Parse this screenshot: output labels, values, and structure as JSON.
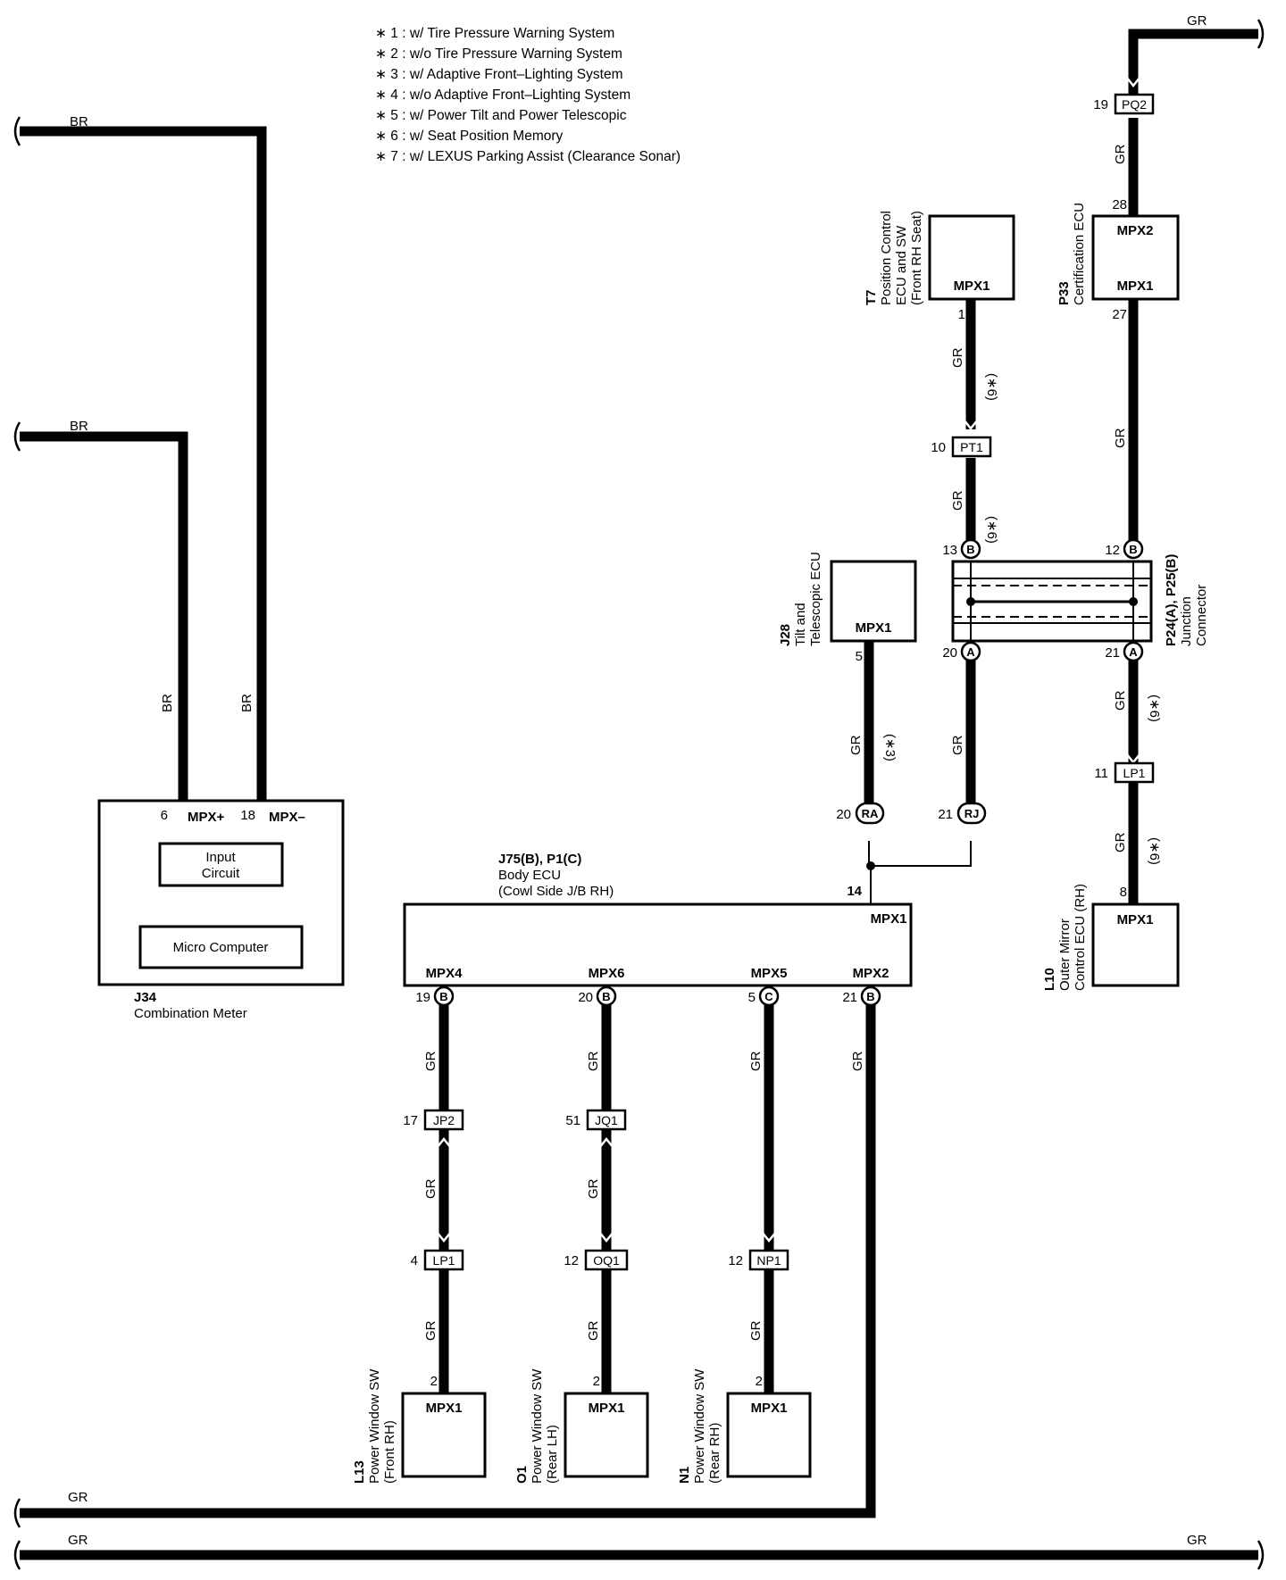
{
  "notes": [
    "∗ 1 : w/ Tire Pressure Warning System",
    "∗ 2 : w/o Tire Pressure Warning System",
    "∗ 3 : w/ Adaptive Front–Lighting System",
    "∗ 4 : w/o Adaptive Front–Lighting System",
    "∗ 5 : w/ Power Tilt and Power Telescopic",
    "∗ 6 : w/ Seat Position Memory",
    "∗ 7 : w/ LEXUS Parking Assist (Clearance Sonar)"
  ],
  "colors": {
    "wire": "#000000",
    "background": "#ffffff"
  },
  "wire_colors": {
    "br": "BR",
    "gr": "GR"
  },
  "conditions": {
    "c3": "(∗3)",
    "c6": "(∗6)"
  },
  "components": {
    "j34": {
      "code": "J34",
      "name": "Combination Meter",
      "pins": [
        "MPX+",
        "MPX–"
      ],
      "blocks": [
        "Input",
        "Circuit",
        "Micro Computer"
      ]
    },
    "body_ecu": {
      "code": "J75(B), P1(C)",
      "name": "Body ECU",
      "sub": "(Cowl Side J/B RH)",
      "top_pin": "MPX1",
      "ports": [
        "MPX4",
        "MPX6",
        "MPX5",
        "MPX2"
      ]
    },
    "j28": {
      "code": "J28",
      "lines": [
        "Tilt and",
        "Telescopic ECU"
      ],
      "port": "MPX1"
    },
    "t7": {
      "code": "T7",
      "lines": [
        "Position Control",
        "ECU and SW",
        "(Front RH Seat)"
      ],
      "port": "MPX1"
    },
    "p33": {
      "code": "P33",
      "lines": [
        "Certification ECU"
      ],
      "ports": [
        "MPX2",
        "MPX1"
      ]
    },
    "p24": {
      "code": "P24(A), P25(B)",
      "lines": [
        "Junction",
        "Connector"
      ]
    },
    "l10": {
      "code": "L10",
      "lines": [
        "Outer Mirror",
        "Control ECU (RH)"
      ],
      "port": "MPX1"
    },
    "l13": {
      "code": "L13",
      "lines": [
        "Power Window SW",
        "(Front RH)"
      ],
      "port": "MPX1"
    },
    "o1": {
      "code": "O1",
      "lines": [
        "Power Window SW",
        "(Rear LH)"
      ],
      "port": "MPX1"
    },
    "n1": {
      "code": "N1",
      "lines": [
        "Power Window SW",
        "(Rear RH)"
      ],
      "port": "MPX1"
    }
  },
  "junctions": {
    "pq2": "PQ2",
    "pt1": "PT1",
    "lp1_top": "LP1",
    "jp2": "JP2",
    "jq1": "JQ1",
    "lp1_bottom": "LP1",
    "oq1": "OQ1",
    "np1": "NP1",
    "ra": "RA",
    "rj": "RJ"
  },
  "connector_letters": {
    "a": "A",
    "b": "B",
    "c": "C"
  },
  "pins": {
    "j34_6": "6",
    "j34_18": "18",
    "pq2": "19",
    "p33_28": "28",
    "p33_27": "27",
    "t7_1": "1",
    "pt1": "10",
    "p24_13": "13",
    "p25_12": "12",
    "p24_20": "20",
    "p24_21": "21",
    "lp1_top": "11",
    "l10_8": "8",
    "j28_5": "5",
    "ra": "20",
    "rj": "21",
    "ecu_14": "14",
    "ecu_19": "19",
    "ecu_20": "20",
    "ecu_5": "5",
    "ecu_21": "21",
    "jp2": "17",
    "jq1": "51",
    "lp1_bottom": "4",
    "oq1": "12",
    "np1": "12",
    "l13_2": "2",
    "o1_2": "2",
    "n1_2": "2"
  }
}
